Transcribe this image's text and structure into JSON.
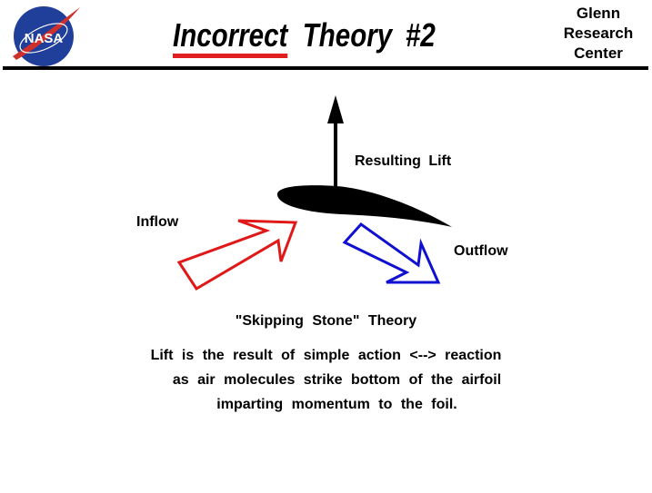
{
  "header": {
    "logo_text": "NASA",
    "title_word1": "Incorrect",
    "title_rest": "Theory #2",
    "center_lines": [
      "Glenn",
      "Research",
      "Center"
    ]
  },
  "diagram": {
    "lift_label": "Resulting Lift",
    "inflow_label": "Inflow",
    "outflow_label": "Outflow",
    "colors": {
      "inflow": "#e01818",
      "outflow": "#1010d0",
      "airfoil": "#000000"
    }
  },
  "caption": {
    "theory_name": "\"Skipping Stone\" Theory",
    "lines": [
      "Lift is the result of simple action <--> reaction",
      "as air molecules strike bottom of the airfoil",
      "imparting momentum to the foil."
    ]
  }
}
